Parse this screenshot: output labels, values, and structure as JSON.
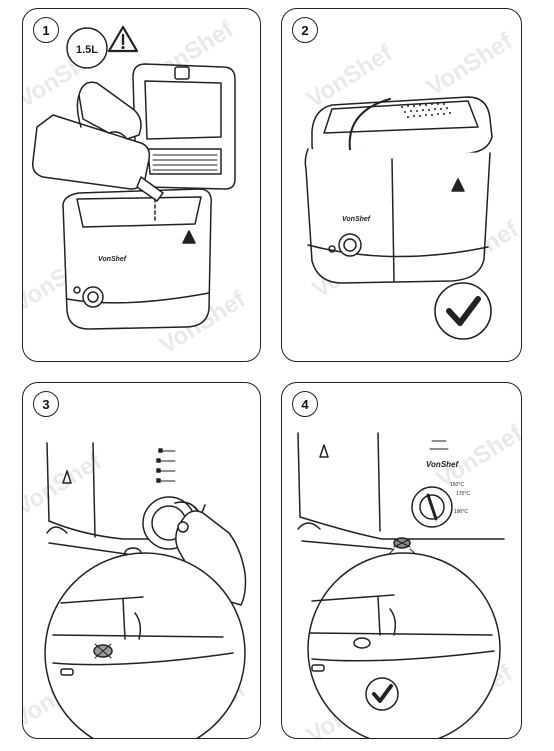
{
  "steps": [
    {
      "number": "1",
      "volume_label": "1.5L",
      "warning_icon": "warning-triangle-icon",
      "brand": "VonShef"
    },
    {
      "number": "2",
      "brand": "VonShef",
      "confirm_icon": "check-circle-icon"
    },
    {
      "number": "3"
    },
    {
      "number": "4",
      "brand": "VonShef",
      "temps": [
        "150°C",
        "170°C",
        "190°C"
      ],
      "confirm_icon": "check-circle-icon"
    }
  ],
  "watermark": "VonShef",
  "colors": {
    "line": "#222222",
    "watermark": "#e6e6e6",
    "indicator": "#888888"
  }
}
